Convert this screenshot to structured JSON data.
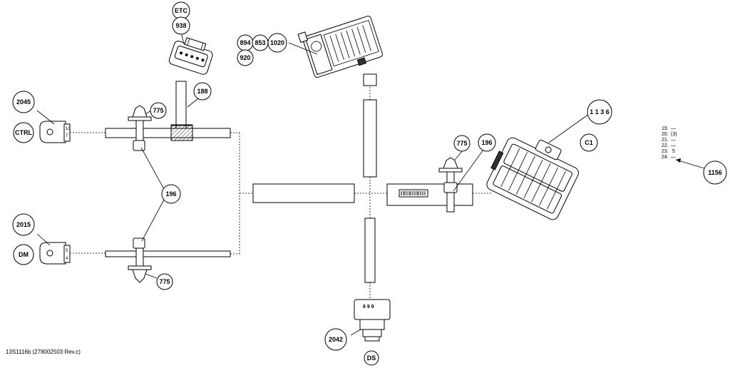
{
  "callouts": {
    "etc": "ETC",
    "c938": "938",
    "c188": "188",
    "c894": "894",
    "c853": "853",
    "c1020": "1020",
    "c920": "920",
    "c2045": "2045",
    "ctrl": "CTRL",
    "c775_top": "775",
    "c196_mid": "196",
    "c2015": "2015",
    "dm": "DM",
    "c775_bottom": "775",
    "c1136": "1 1 3 6",
    "c1": "C1",
    "c775_right": "775",
    "c196_right": "196",
    "c2042": "2042",
    "ds": "DS",
    "c1156": "1156"
  },
  "plug_labels": {
    "ctrl_pins_a": "10",
    "ctrl_pins_b": "7",
    "dm_pins_a": "5",
    "dm_pins_b": "4",
    "sensor_text": "6 9 9"
  },
  "pin_list": [
    {
      "pin": "19.",
      "value": "—"
    },
    {
      "pin": "20.",
      "value": "(3)"
    },
    {
      "pin": "21.",
      "value": "—"
    },
    {
      "pin": "22.",
      "value": "—"
    },
    {
      "pin": "23.",
      "value": "5"
    },
    {
      "pin": "24.",
      "value": "—"
    }
  ],
  "footer": {
    "drawing_id": "13S1116b  (278002503 Rev.c)"
  }
}
